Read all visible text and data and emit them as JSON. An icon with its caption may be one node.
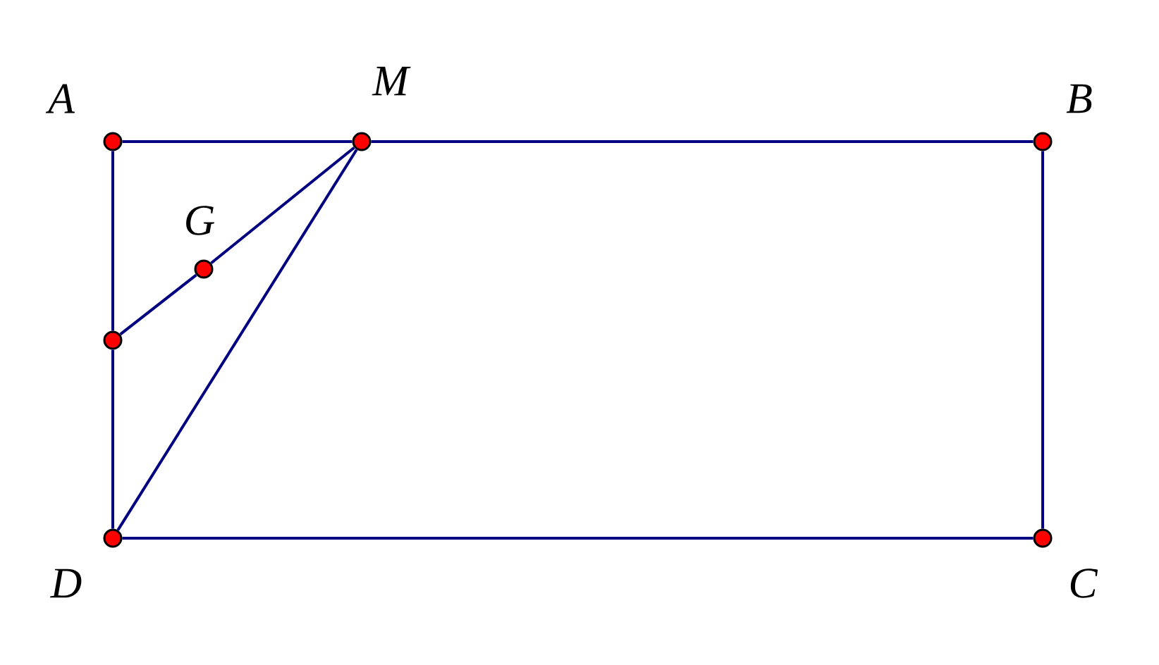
{
  "diagram": {
    "nodes": [
      {
        "text": [
          "A"
        ]
      },
      {
        "text": [
          "M"
        ]
      },
      {
        "text": [
          "B"
        ]
      },
      {
        "text": [
          "G"
        ]
      },
      {
        "text": [],
        "shape": "circle"
      },
      {
        "text": [
          "D"
        ]
      },
      {
        "text": [
          "C"
        ]
      }
    ],
    "edges": [
      {
        "from": 0,
        "to": 1,
        "arrow": "none"
      },
      {
        "from": 1,
        "to": 2,
        "arrow": "none"
      },
      {
        "from": 2,
        "to": 6,
        "arrow": "none"
      },
      {
        "from": 6,
        "to": 5,
        "arrow": "none"
      },
      {
        "from": 5,
        "to": 4,
        "arrow": "none"
      },
      {
        "from": 4,
        "to": 0,
        "arrow": "none"
      },
      {
        "from": 4,
        "to": 3,
        "arrow": "none"
      },
      {
        "from": 3,
        "to": 1,
        "arrow": "none"
      },
      {
        "from": 1,
        "to": 5,
        "arrow": "none"
      }
    ]
  }
}
